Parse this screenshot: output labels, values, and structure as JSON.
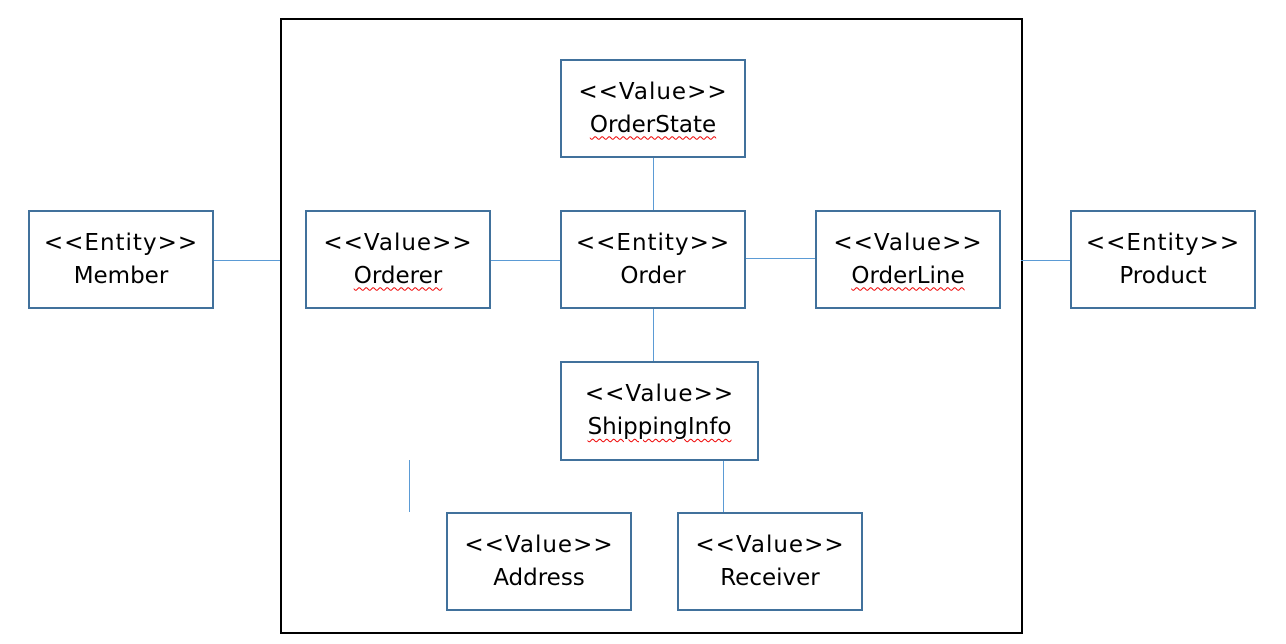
{
  "nodes": {
    "member": {
      "stereotype": "<<Entity>>",
      "name": "Member"
    },
    "orderer": {
      "stereotype": "<<Value>>",
      "name": "Orderer"
    },
    "order": {
      "stereotype": "<<Entity>>",
      "name": "Order"
    },
    "orderline": {
      "stereotype": "<<Value>>",
      "name": "OrderLine"
    },
    "product": {
      "stereotype": "<<Entity>>",
      "name": "Product"
    },
    "orderstate": {
      "stereotype": "<<Value>>",
      "name": "OrderState"
    },
    "shippinginfo": {
      "stereotype": "<<Value>>",
      "name": "ShippingInfo"
    },
    "address": {
      "stereotype": "<<Value>>",
      "name": "Address"
    },
    "receiver": {
      "stereotype": "<<Value>>",
      "name": "Receiver"
    }
  },
  "colors": {
    "box_border": "#41719c",
    "connector": "#5b9bd5",
    "frame": "#000000"
  }
}
